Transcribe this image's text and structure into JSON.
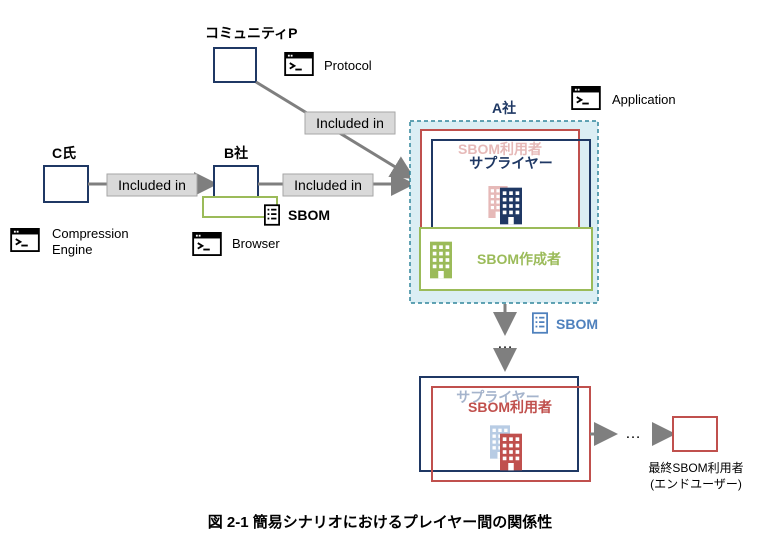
{
  "nodes": {
    "community": "コミュニティP",
    "c_company": "C氏",
    "b_company": "B社",
    "a_company": "A社"
  },
  "software": {
    "protocol": "Protocol",
    "compression_line1": "Compression",
    "compression_line2": "Engine",
    "browser": "Browser",
    "application": "Application"
  },
  "edges": {
    "included_in": "Included in"
  },
  "sbom": {
    "label": "SBOM"
  },
  "roles": {
    "sbom_user": "SBOM利用者",
    "supplier": "サプライヤー",
    "sbom_creator": "SBOM作成者",
    "end_user_line1": "最終SBOM利用者",
    "end_user_line2": "(エンドユーザー)"
  },
  "ellipsis": "…",
  "caption": "図 2-1 簡易シナリオにおけるプレイヤー間の関係性",
  "colors": {
    "navy": "#1f3864",
    "green": "#9bbb59",
    "red": "#c0504d",
    "pink": "#e6b9b8",
    "blue_light": "#4f81bd",
    "gray_box": "#d9d9d9",
    "dashed_bg": "#dbeef4"
  }
}
